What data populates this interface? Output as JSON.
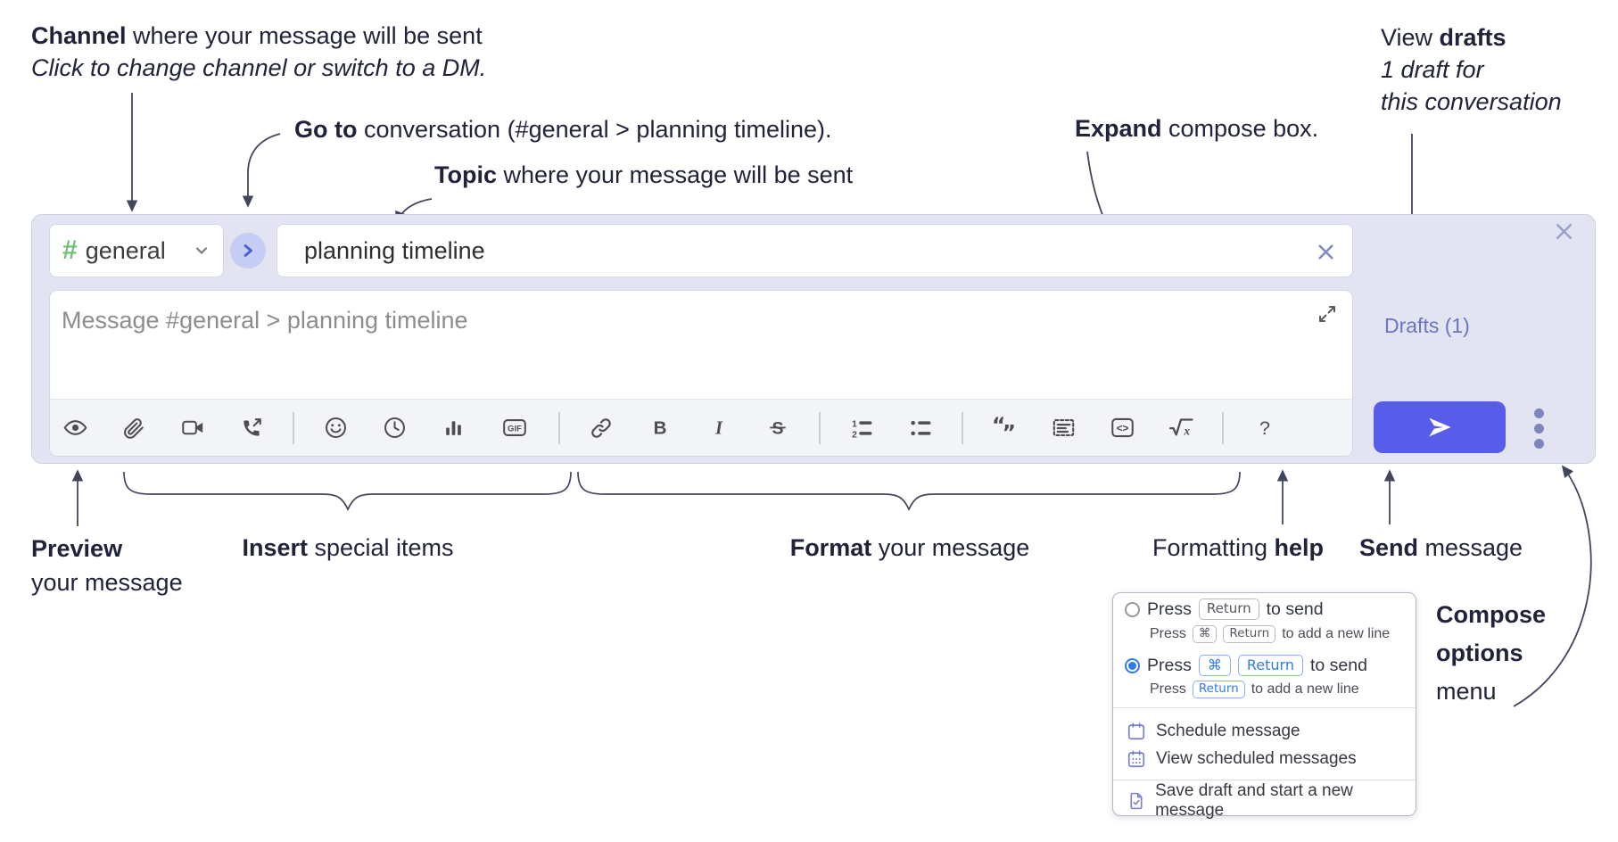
{
  "annotations": {
    "channel": {
      "bold": "Channel",
      "rest": " where your message will be sent",
      "subtitle": "Click to change channel or switch to a DM."
    },
    "go_to": {
      "bold": "Go to",
      "rest": " conversation (#general > planning timeline)."
    },
    "topic": {
      "bold": "Topic",
      "rest": " where your message will be sent"
    },
    "expand": {
      "bold": "Expand",
      "rest": " compose box."
    },
    "view_drafts": {
      "pre": "View ",
      "bold": "drafts",
      "line2": "1 draft for",
      "line3": "this conversation"
    },
    "preview": {
      "bold": "Preview",
      "line2": "your message"
    },
    "insert": {
      "bold": "Insert",
      "rest": " special items"
    },
    "format": {
      "bold": "Format",
      "rest": " your message"
    },
    "formatting_help": {
      "pre": "Formatting ",
      "bold": "help"
    },
    "send": {
      "bold": "Send",
      "rest": " message"
    },
    "compose_options": {
      "line1": "Compose",
      "line2": "options",
      "line3": "menu"
    }
  },
  "compose": {
    "channel_selector": {
      "hash": "#",
      "channel": "general"
    },
    "topic_input": {
      "value": "planning timeline"
    },
    "message_input": {
      "placeholder": "Message #general > planning timeline"
    },
    "drafts_link": "Drafts (1)",
    "toolbar": {
      "icons": [
        "preview",
        "attach-file",
        "start-video-call",
        "start-voice-call",
        "emoji",
        "add-global-time",
        "create-poll",
        "add-gif",
        "link",
        "bold",
        "italic",
        "strikethrough",
        "numbered-list",
        "bulleted-list",
        "quote",
        "spoiler",
        "code",
        "math",
        "message-formatting-help"
      ],
      "glyphs": {
        "gif": "GIF",
        "bold": "B",
        "italic": "I",
        "strike": "S",
        "code": "<>",
        "help": "?",
        "ol1": "1",
        "ol2": "2",
        "quote_open": "“",
        "quote_close": "”",
        "math_x": "x"
      }
    }
  },
  "compose_menu": {
    "option_enter": {
      "pre": "Press",
      "kbd": "Return",
      "post": "to send",
      "sub_pre": "Press",
      "sub_kbd1": "⌘",
      "sub_kbd2": "Return",
      "sub_post": "to add a new line",
      "selected": false
    },
    "option_cmd_enter": {
      "pre": "Press",
      "kbd1": "⌘",
      "kbd2": "Return",
      "post": "to send",
      "sub_pre": "Press",
      "sub_kbd": "Return",
      "sub_post": "to add a new line",
      "selected": true
    },
    "items": [
      "Schedule message",
      "View scheduled messages",
      "Save draft and start a new message"
    ]
  },
  "colors": {
    "accent_send": "#575de8",
    "compose_bg": "#e2e4f2",
    "drafts_link": "#6b75c1",
    "selected_radio": "#2e7de9",
    "hash_green": "#6fbe77"
  }
}
